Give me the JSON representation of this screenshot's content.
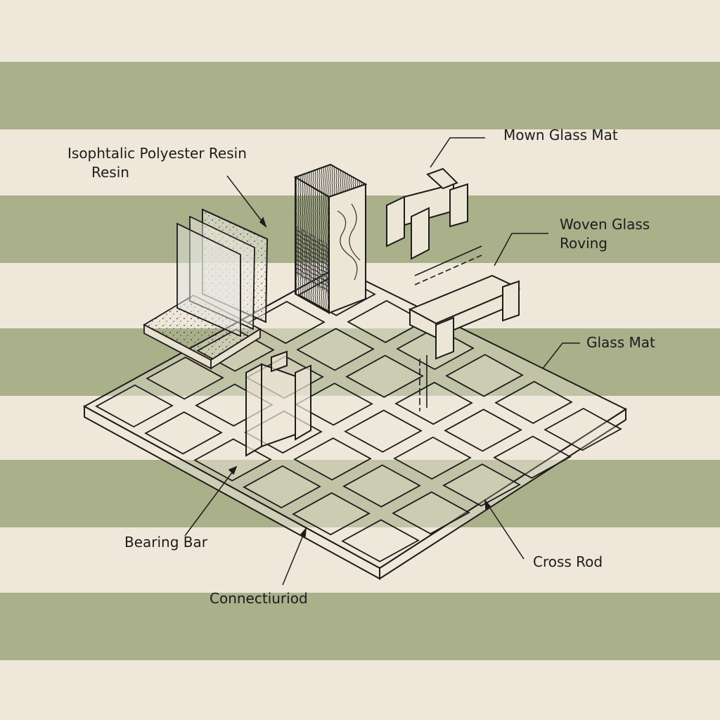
{
  "colors": {
    "paper": "#efe8da",
    "stripe": "#a9b08a",
    "ink": "#1c1c1c"
  },
  "labels": {
    "resin_line1": "Isophtalic Polyester Resin",
    "resin_line2": "Resin",
    "blown_glass_mat": "Mown Glass Mat",
    "woven_line1": "Woven Glass",
    "woven_line2": "Roving",
    "glass_mat": "Glass Mat",
    "bearing_bar": "Bearing Bar",
    "cross_rod": "Cross Rod",
    "connection_rod": "Connectiuriod"
  }
}
